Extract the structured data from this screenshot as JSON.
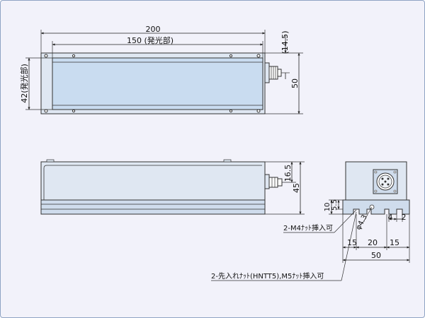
{
  "top_view": {
    "overall_length": "200",
    "emitting_length": "150 (発光部)",
    "emitting_width": "42(発光部)",
    "offset": "(14.5)",
    "height": "50"
  },
  "side_view": {
    "connector_height": "16.5",
    "total_height": "45"
  },
  "end_view": {
    "dim_10": "10",
    "dim_5_5": "5.5",
    "dim_4": "4",
    "dim_2": "2",
    "hole_diameter": "φ4.3",
    "dim_15_left": "15",
    "dim_20": "20",
    "dim_15_right": "15",
    "width": "50"
  },
  "notes": {
    "m4_nut": "2-M4ﾅｯﾄ挿入可",
    "prior_nut": "2-先入れﾅｯﾄ(HNTT5),M5ﾅｯﾄ挿入可"
  },
  "colors": {
    "body_fill": "#dfe7f2",
    "window_fill": "#c9dcf0",
    "background": "#f2f2fa",
    "frame_border": "#8fa3c4"
  }
}
